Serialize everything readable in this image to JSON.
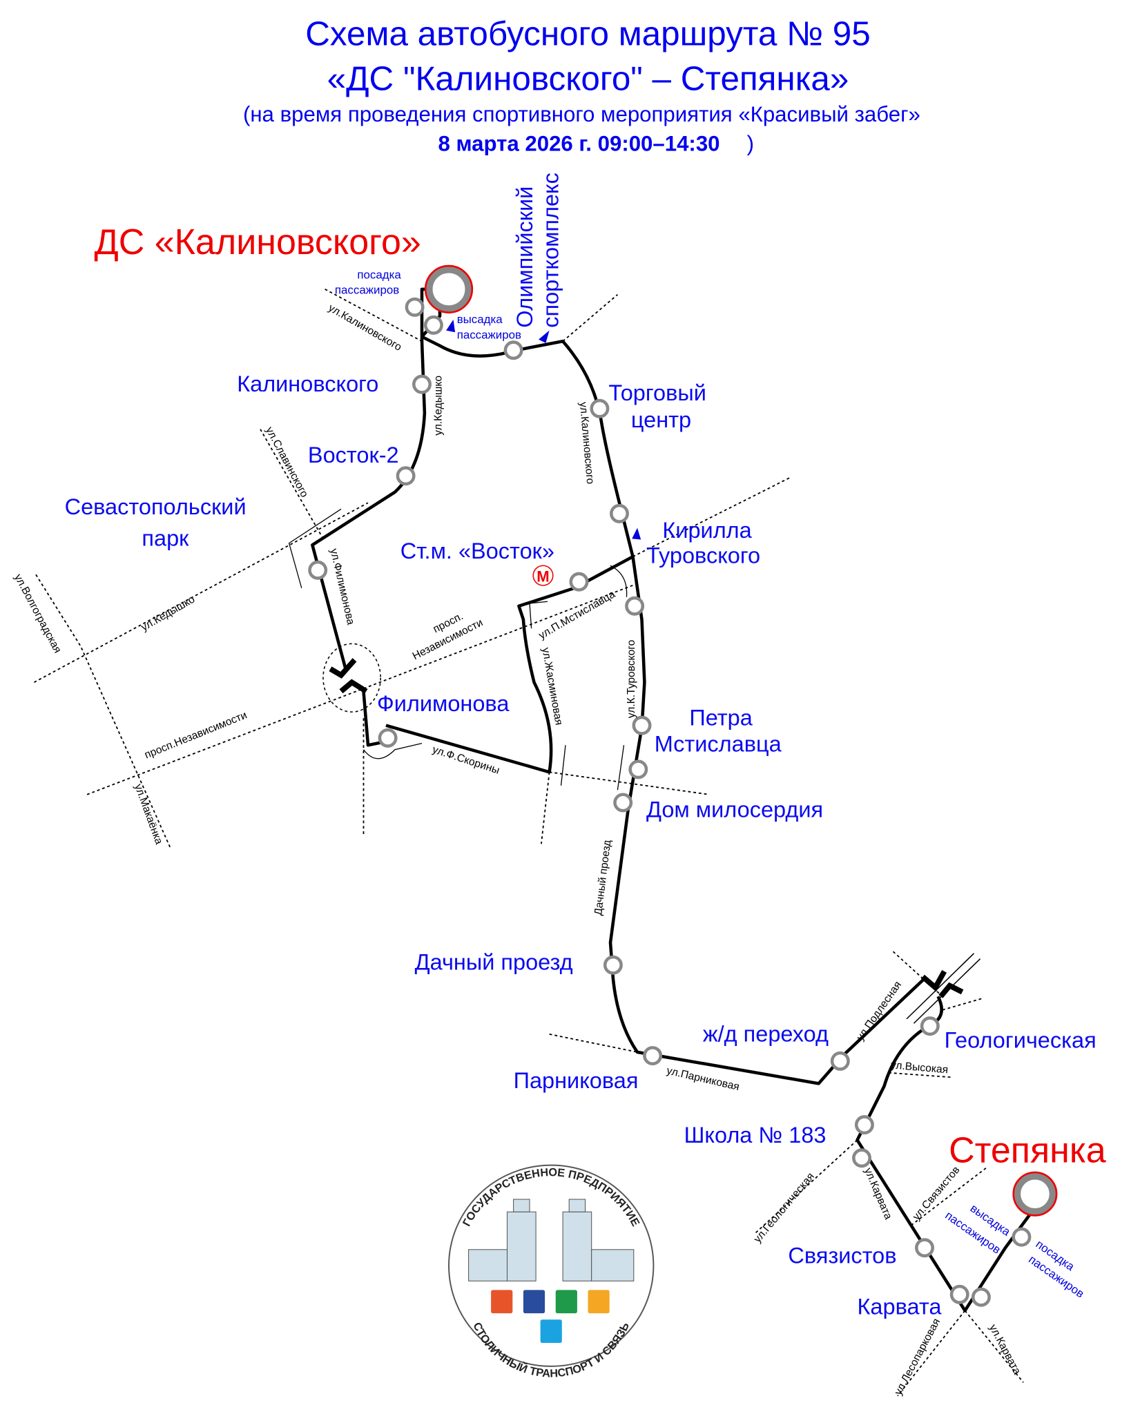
{
  "header": {
    "title_line1": "Схема автобусного маршрута № 95",
    "title_line2": "«ДС \"Калиновского\" – Степянка»",
    "subtitle_line1": "(на время проведения спортивного мероприятия «Красивый забег»",
    "subtitle_date": "8 марта 2026 г. 09:00–14:30",
    "subtitle_close": ")"
  },
  "terminals": {
    "start": "ДС «Калиновского»",
    "end": "Степянка"
  },
  "stops": {
    "olympic_1": "Олимпийский",
    "olympic_2": "спорткомплекс",
    "kalinovskogo": "Калиновского",
    "torgovy_1": "Торговый",
    "torgovy_2": "центр",
    "vostok2": "Восток-2",
    "sevastopol_1": "Севастопольский",
    "sevastopol_2": "парк",
    "metro_vostok": "Ст.м. «Восток»",
    "kirilla_1": "Кирилла",
    "kirilla_2": "Туровского",
    "filimonova": "Филимонова",
    "petra_1": "Петра",
    "petra_2": "Мстиславца",
    "dom_miloserdiya": "Дом милосердия",
    "dachny": "Дачный проезд",
    "parnikovaya": "Парниковая",
    "zhd": "ж/д переход",
    "geologicheskaya": "Геологическая",
    "shkola": "Школа № 183",
    "svyazistov": "Связистов",
    "karvata": "Карвата"
  },
  "notes": {
    "boarding_1": "посадка",
    "boarding_2": "пассажиров",
    "alighting_1": "высадка",
    "alighting_2": "пассажиров",
    "metro_symbol": "М"
  },
  "streets": {
    "kalinovskogo_nw": "ул.Калиновского",
    "kedyshko_n": "ул.Кедышко",
    "kalinovskogo_e": "ул.Калиновского",
    "slavinskogo": "ул.Славинского",
    "filimonova": "ул.Филимонова",
    "kedyshko_w": "ул.Кедышко",
    "volgogradskaya": "ул.Волгоградская",
    "nezavisimosti_1": "просп.",
    "nezavisimosti_2": "Независимости",
    "nezavisimosti_w": "просп.Независимости",
    "p_mstislavtsa": "ул.П.Мстиславца",
    "zhasminovaya": "ул.Жасминовая",
    "k_turovskogo": "ул.К.Туровского",
    "skoriny": "ул.Ф.Скорины",
    "makayonka": "ул.Макаёнка",
    "dachny": "Дачный проезд",
    "parnikovaya": "ул.Парниковая",
    "podlesnaya": "ул.Подлесная",
    "vysokaya": "ул.Высокая",
    "geologicheskaya": "ул.Геологическая",
    "karvata_n": "ул.Карвата",
    "svyazistov": "ул.Связистов",
    "lesoparkovaya": "ул.Лесопарковая",
    "karvata_s": "ул.Карвата"
  },
  "logo": {
    "top_text": "ГОСУДАРСТВЕННОЕ ПРЕДПРИЯТИЕ",
    "bottom_text": "СТОЛИЧНЫЙ ТРАНСПОРТ И СВЯЗЬ",
    "tile_colors": [
      "#e8542a",
      "#2a4c9c",
      "#1f9a4a",
      "#f5a623",
      "#1aa3e0"
    ]
  },
  "colors": {
    "title": "#0000ee",
    "stop_label": "#0a0af0",
    "terminal": "#ee0000"
  }
}
